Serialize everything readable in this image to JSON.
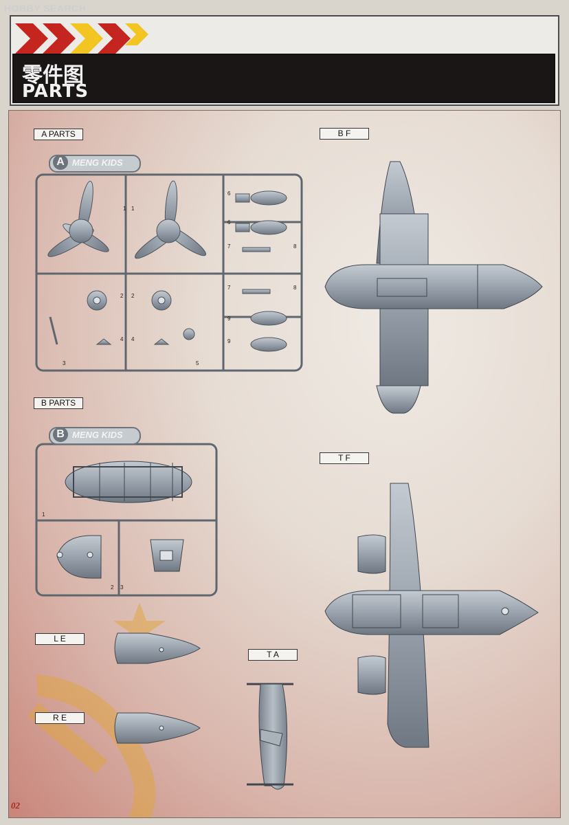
{
  "watermark": "HOBBY SEARCH",
  "header": {
    "title_cn": "零件图",
    "title_en": "PARTS"
  },
  "labels": {
    "a_parts": "A PARTS",
    "b_parts": "B PARTS",
    "bf": "B F",
    "tf": "T F",
    "le": "L E",
    "re": "R E",
    "ta": "T A"
  },
  "sprue_badges": {
    "a_letter": "A",
    "a_brand": "MENG KIDS",
    "b_letter": "B",
    "b_brand": "MENG KIDS"
  },
  "sprue_a_numbers": [
    "1",
    "1",
    "2",
    "2",
    "3",
    "4",
    "4",
    "5",
    "6",
    "6",
    "7",
    "8",
    "7",
    "8",
    "9",
    "9"
  ],
  "sprue_b_numbers": [
    "1",
    "2",
    "3"
  ],
  "page_number": "02",
  "colors": {
    "title_bar": "#1b1616",
    "chevron_red": "#c4261f",
    "chevron_yellow": "#f2c522",
    "part_gray": "#9aa3ad",
    "page_number": "#a52a1e"
  }
}
